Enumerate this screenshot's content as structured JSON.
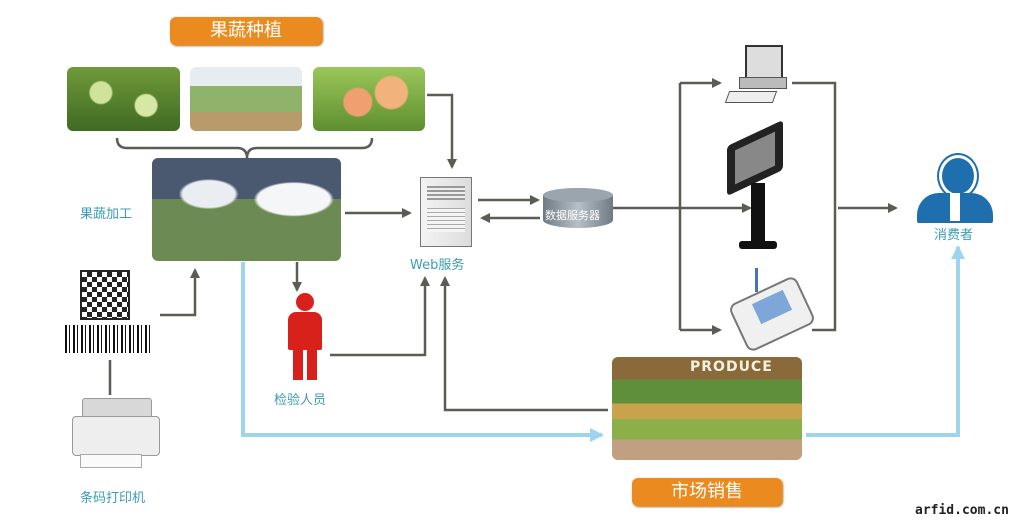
{
  "titles": {
    "planting": "果蔬种植",
    "market": "市场销售"
  },
  "labels": {
    "processing": "果蔬加工",
    "printer": "条码打印机",
    "inspector": "检验人员",
    "web_service": "Web服务",
    "db_server": "数据服务器",
    "consumer": "消费者"
  },
  "market_sign": "PRODUCE",
  "watermark": "arfid.com.cn",
  "colors": {
    "label_bg": "#ea8a1f",
    "label_text": "#3b9cb2",
    "arrow": "#5a5d55",
    "flow_blue": "#9fd4ef",
    "inspector": "#d9211c",
    "consumer": "#1f6fae"
  }
}
